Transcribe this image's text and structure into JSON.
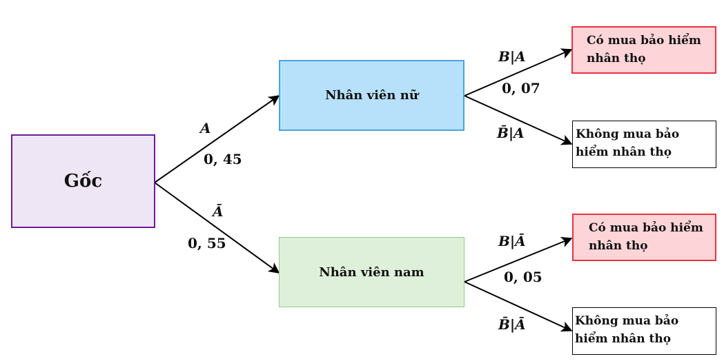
{
  "nodes": {
    "root": {
      "label": "Gốc"
    },
    "female": {
      "label": "Nhân viên nữ"
    },
    "male": {
      "label": "Nhân viên nam"
    },
    "female_buy": {
      "label": "Có mua bảo hiểm nhân thọ"
    },
    "female_nobuy": {
      "label": "Không mua bảo hiểm nhân thọ"
    },
    "male_buy": {
      "label": "Có mua bảo hiểm nhân thọ"
    },
    "male_nobuy": {
      "label": "Không mua bảo hiểm nhân thọ"
    }
  },
  "edges": {
    "root_female": {
      "event": "A",
      "prob": "0, 45"
    },
    "root_male": {
      "event": "Ā",
      "prob": "0, 55"
    },
    "female_buy": {
      "event": "B|A",
      "prob": "0, 07"
    },
    "female_nobuy": {
      "event": "B̄|A",
      "prob": ""
    },
    "male_buy": {
      "event": "B|Ā",
      "prob": "0, 05"
    },
    "male_nobuy": {
      "event": "B̄|Ā",
      "prob": ""
    }
  },
  "colors": {
    "root_fill": "#efe6f5",
    "root_border": "#6a1b9a",
    "female_fill": "#b7e1fb",
    "female_border": "#4aa3df",
    "male_fill": "#dff0da",
    "male_border": "#8fc98a",
    "buy_fill": "#fdd5d8",
    "buy_border": "#e6333f",
    "nobuy_fill": "#ffffff",
    "nobuy_border": "#000000"
  }
}
